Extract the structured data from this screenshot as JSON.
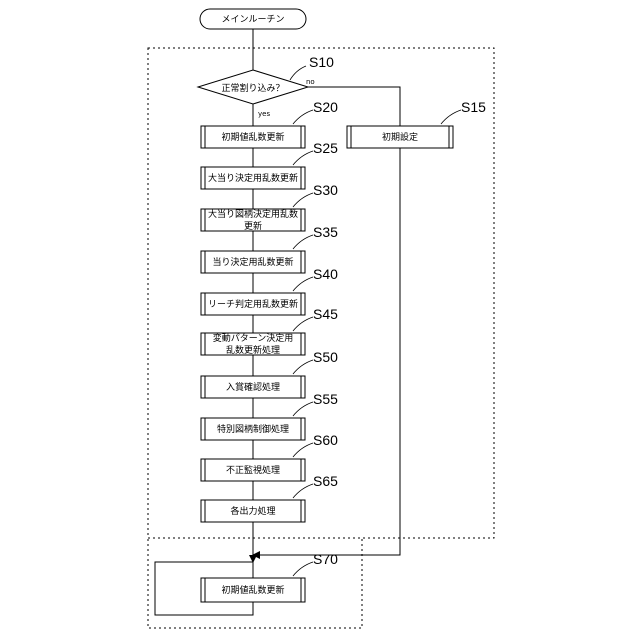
{
  "start_label": "メインルーチン",
  "decision": {
    "label": "正常割り込み？",
    "yes": "yes",
    "no": "no",
    "step": "S10"
  },
  "steps": [
    {
      "id": "S20",
      "lines": [
        "初期値乱数更新"
      ]
    },
    {
      "id": "S25",
      "lines": [
        "大当り決定用乱数更新"
      ]
    },
    {
      "id": "S30",
      "lines": [
        "大当り図柄決定用乱数",
        "更新"
      ]
    },
    {
      "id": "S35",
      "lines": [
        "当り決定用乱数更新"
      ]
    },
    {
      "id": "S40",
      "lines": [
        "リーチ判定用乱数更新"
      ]
    },
    {
      "id": "S45",
      "lines": [
        "変動パターン決定用",
        "乱数更新処理"
      ]
    },
    {
      "id": "S50",
      "lines": [
        "入賞確認処理"
      ]
    },
    {
      "id": "S55",
      "lines": [
        "特別図柄制御処理"
      ]
    },
    {
      "id": "S60",
      "lines": [
        "不正監視処理"
      ]
    },
    {
      "id": "S65",
      "lines": [
        "各出力処理"
      ]
    }
  ],
  "side_step": {
    "id": "S15",
    "lines": [
      "初期設定"
    ]
  },
  "loop_step": {
    "id": "S70",
    "lines": [
      "初期値乱数更新"
    ]
  }
}
